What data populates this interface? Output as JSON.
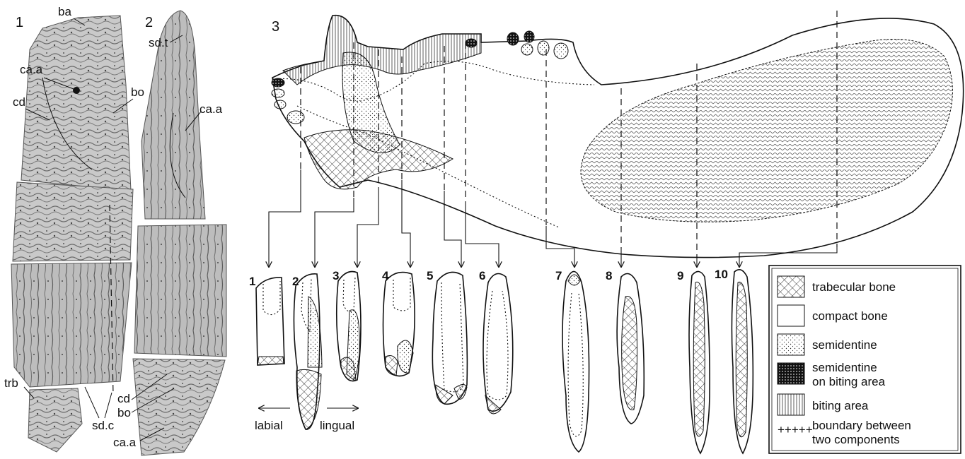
{
  "panels": {
    "p1": "1",
    "p2": "2",
    "p3": "3"
  },
  "photo_labels": {
    "ba": "ba",
    "ca_a_1": "ca.a",
    "cd_1": "cd",
    "bo_1": "bo",
    "sd_t": "sd.t",
    "ca_a_2": "ca.a",
    "trb": "trb",
    "sd_c": "sd.c",
    "cd_2": "cd",
    "bo_2": "bo",
    "ca_a_3": "ca.a"
  },
  "sections": [
    "1",
    "2",
    "3",
    "4",
    "5",
    "6",
    "7",
    "8",
    "9",
    "10"
  ],
  "directions": {
    "labial": "labial",
    "lingual": "lingual"
  },
  "legend": {
    "trabecular": "trabecular bone",
    "compact": "compact bone",
    "semidentine": "semidentine",
    "semidentine_biting_1": "semidentine",
    "semidentine_biting_2": "on biting area",
    "biting": "biting area",
    "boundary_1": "boundary between",
    "boundary_2": "two components",
    "boundary_symbol": "+++++"
  }
}
